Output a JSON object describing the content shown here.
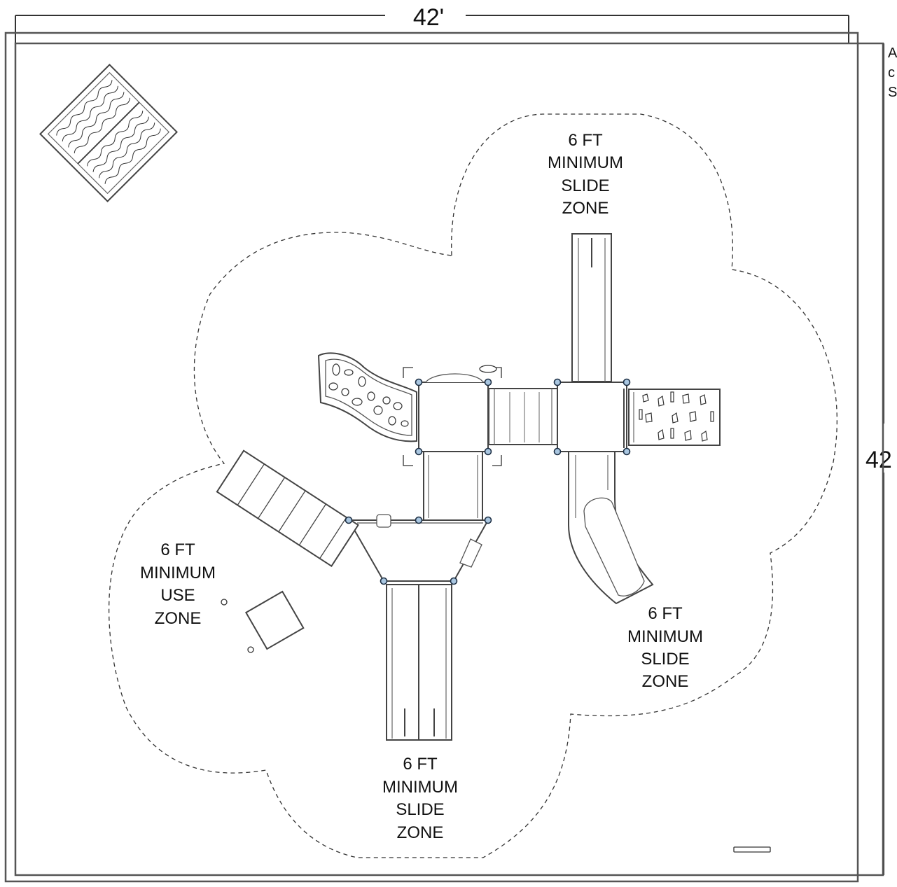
{
  "dimensions": {
    "top": "42'",
    "right": "42"
  },
  "side_note": {
    "lines": [
      "A",
      "c",
      "S"
    ]
  },
  "zones": {
    "top_slide": {
      "lines": [
        "6 FT",
        "MINIMUM",
        "SLIDE",
        "ZONE"
      ]
    },
    "left_use": {
      "lines": [
        "6 FT",
        "MINIMUM",
        "USE",
        "ZONE"
      ]
    },
    "right_slide": {
      "lines": [
        "6 FT",
        "MINIMUM",
        "SLIDE",
        "ZONE"
      ]
    },
    "bottom_slide": {
      "lines": [
        "6 FT",
        "MINIMUM",
        "SLIDE",
        "ZONE"
      ]
    }
  },
  "colors": {
    "line": "#333333",
    "post": "#a9c6e0",
    "background": "#ffffff"
  }
}
